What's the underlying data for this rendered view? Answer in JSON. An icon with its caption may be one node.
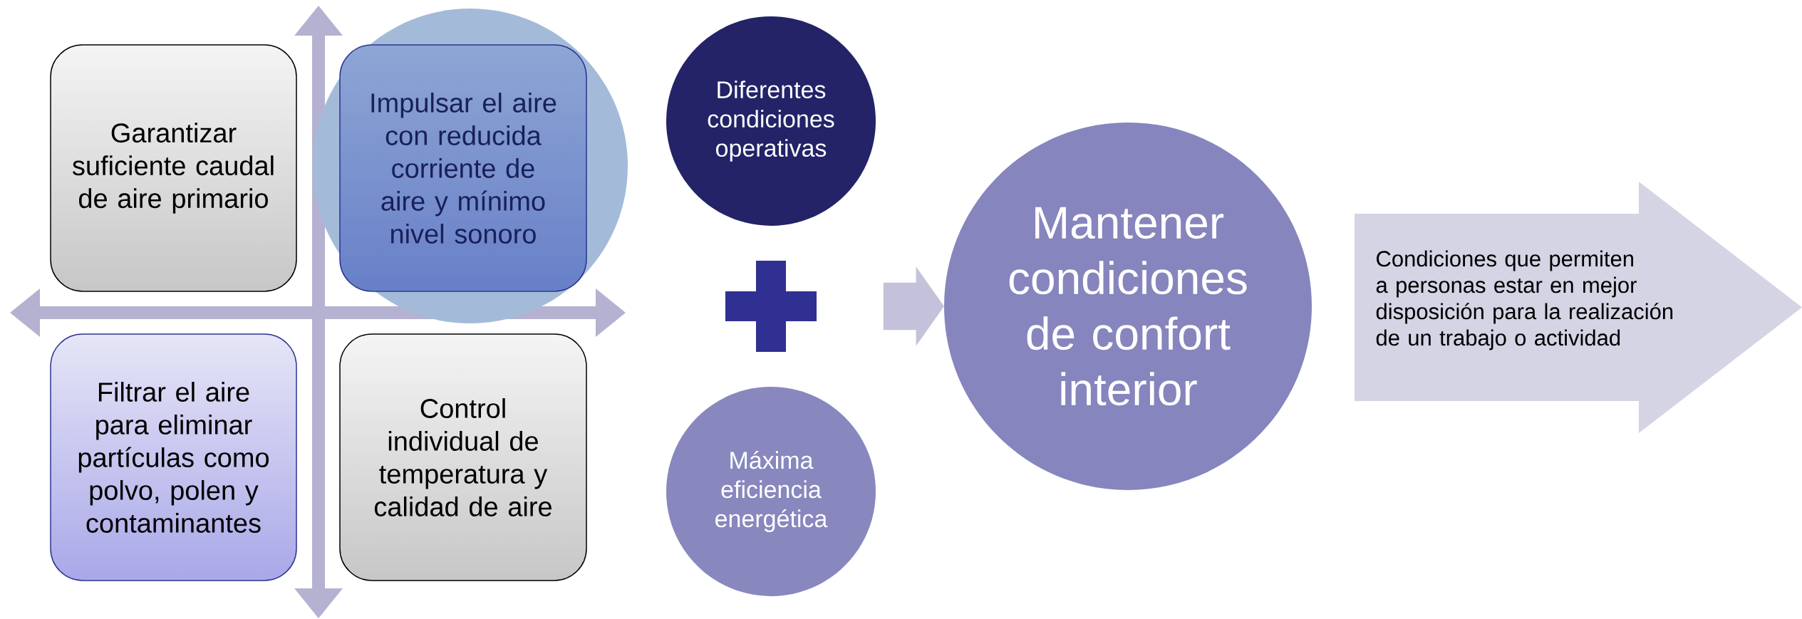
{
  "diagram": {
    "nodes": [
      {
        "text": [
          "Garantizar suficiente caudal de aire primario"
        ]
      },
      {
        "text": [
          "Impulsar el aire con reducida corriente de aire y mínimo nivel sonoro"
        ]
      },
      {
        "text": [
          "Filtrar el aire para eliminar partículas como polvo, polen y contaminantes"
        ]
      },
      {
        "text": [
          "Control individual de temperatura y calidad de aire"
        ]
      },
      {
        "text": [
          "Diferentes condiciones operativas"
        ]
      },
      {
        "text": [],
        "shape": "plus"
      },
      {
        "text": [
          "Máxima eficiencia energética"
        ]
      },
      {
        "text": [
          "Mantener condiciones de confort interior"
        ]
      },
      {
        "text": [
          "Condiciones que permiten a personas estar en mejor disposición para la realización de un trabajo o actividad"
        ]
      }
    ],
    "edges": [
      {
        "from": null,
        "to": 7,
        "arrow": "to"
      }
    ]
  }
}
